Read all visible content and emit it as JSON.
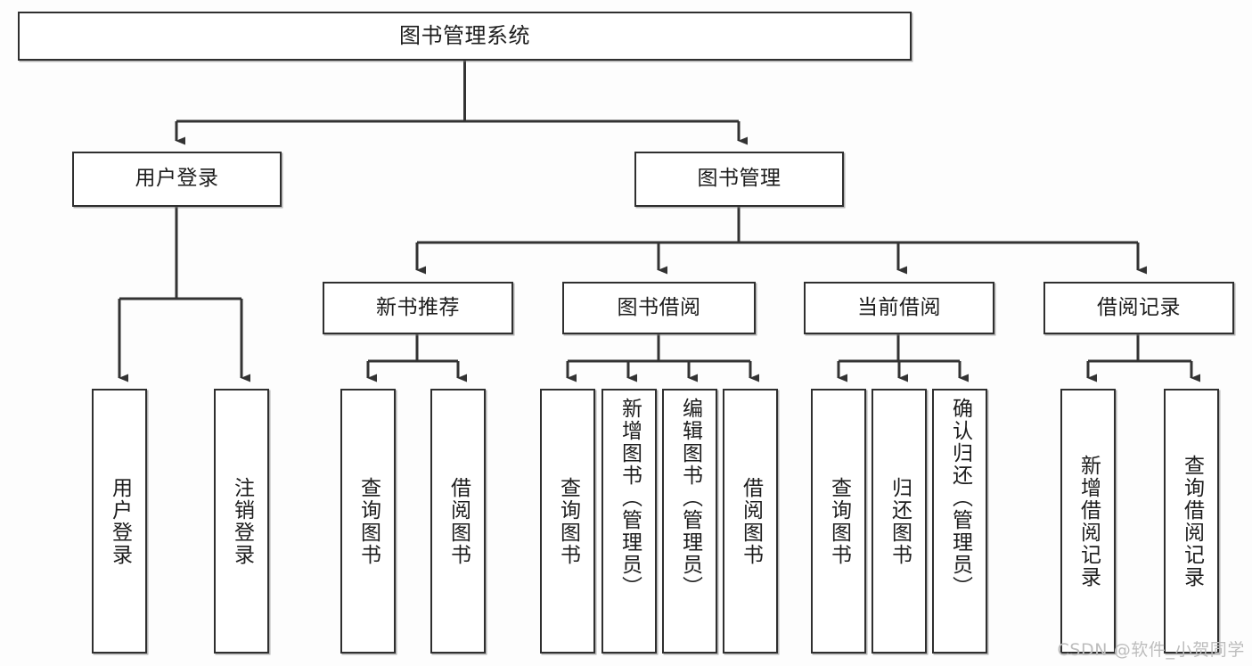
{
  "diagram": {
    "type": "tree-hierarchy",
    "title": "图书管理系统",
    "watermark": "CSDN @软件_小贺同学",
    "colors": {
      "box_border": "#2f2f2f",
      "box_fill": "#ffffff",
      "connector": "#333333",
      "text": "#1d1d1d",
      "watermark": "#bdbdbd",
      "background": "#fdfdfd"
    },
    "nodes": {
      "root": {
        "label": "图书管理系统"
      },
      "level2": [
        {
          "id": "user-login",
          "label": "用户登录"
        },
        {
          "id": "book-manage",
          "label": "图书管理"
        }
      ],
      "level3": [
        {
          "id": "new-book-recommend",
          "label": "新书推荐"
        },
        {
          "id": "book-borrow",
          "label": "图书借阅"
        },
        {
          "id": "current-borrow",
          "label": "当前借阅"
        },
        {
          "id": "borrow-record",
          "label": "借阅记录"
        }
      ],
      "leaves": {
        "user-login": [
          {
            "id": "leaf-user-login",
            "label": "用户登录"
          },
          {
            "id": "leaf-logout",
            "label": "注销登录"
          }
        ],
        "new-book-recommend": [
          {
            "id": "leaf-query-book-1",
            "label": "查询图书"
          },
          {
            "id": "leaf-borrow-book-1",
            "label": "借阅图书"
          }
        ],
        "book-borrow": [
          {
            "id": "leaf-query-book-2",
            "label": "查询图书"
          },
          {
            "id": "leaf-add-book",
            "label": "新增图书（管理员）"
          },
          {
            "id": "leaf-edit-book",
            "label": "编辑图书（管理员）"
          },
          {
            "id": "leaf-borrow-book-2",
            "label": "借阅图书"
          }
        ],
        "current-borrow": [
          {
            "id": "leaf-query-book-3",
            "label": "查询图书"
          },
          {
            "id": "leaf-return-book",
            "label": "归还图书"
          },
          {
            "id": "leaf-confirm-return",
            "label": "确认归还（管理员）"
          }
        ],
        "borrow-record": [
          {
            "id": "leaf-add-record",
            "label": "新增借阅记录"
          },
          {
            "id": "leaf-query-record",
            "label": "查询借阅记录"
          }
        ]
      }
    }
  }
}
